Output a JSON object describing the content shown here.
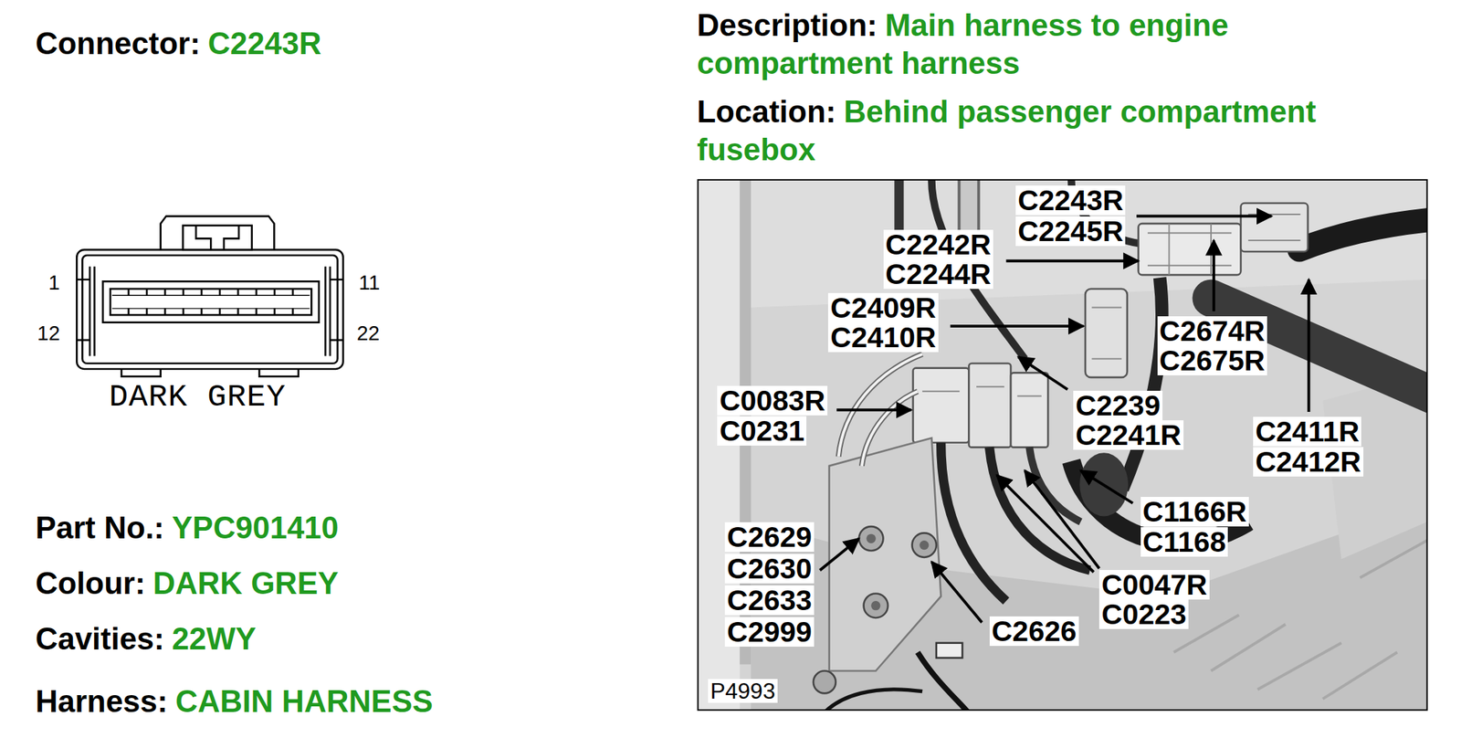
{
  "diagram": {
    "labels": [
      "Connector:",
      "C2243R",
      "1",
      "11",
      "12",
      "22",
      "DARK GREY",
      "Part No.:",
      "YPC901410",
      "Colour:",
      "DARK GREY",
      "Cavities:",
      "22WY",
      "Harness:",
      "CABIN HARNESS",
      "Description:",
      "Main harness to engine compartment harness",
      "Location:",
      "Behind passenger compartment fusebox",
      "C2243R",
      "C2245R",
      "C2242R",
      "C2244R",
      "C2409R",
      "C2410R",
      "C0083R",
      "C0231",
      "C2239",
      "C2241R",
      "C2674R",
      "C2675R",
      "C2411R",
      "C2412R",
      "C1166R",
      "C1168",
      "C2629",
      "C2630",
      "C2633",
      "C2999",
      "C0047R",
      "C0223",
      "C2626",
      "P4993"
    ]
  }
}
